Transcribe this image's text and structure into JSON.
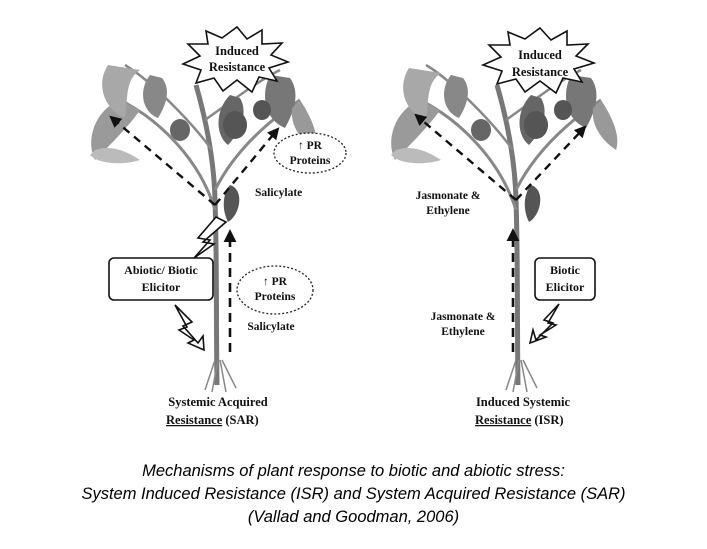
{
  "left_panel": {
    "burst_line1": "Induced",
    "burst_line2": "Resistance",
    "pr_top_line1": "↑ PR",
    "pr_top_line2": "Proteins",
    "signal_top": "Salicylate",
    "elicitor_line1": "Abiotic/ Biotic",
    "elicitor_line2": "Elicitor",
    "pr_bottom_line1": "↑ PR",
    "pr_bottom_line2": "Proteins",
    "signal_bottom": "Salicylate",
    "label_line1": "Systemic Acquired",
    "label_line2_underlined": "Resistance",
    "label_line2_rest": " (SAR)"
  },
  "right_panel": {
    "burst_line1": "Induced",
    "burst_line2": "Resistance",
    "signal_top_line1": "Jasmonate &",
    "signal_top_line2": "Ethylene",
    "elicitor_line1": "Biotic",
    "elicitor_line2": "Elicitor",
    "signal_bottom_line1": "Jasmonate &",
    "signal_bottom_line2": "Ethylene",
    "label_line1": "Induced Systemic",
    "label_line2_underlined": "Resistance",
    "label_line2_rest": " (ISR)"
  },
  "caption": {
    "line1": "Mechanisms  of  plant  response  to  biotic  and  abiotic  stress:",
    "line2": "System  Induced  Resistance  (ISR)  and  System  Acquired  Resistance  (SAR)",
    "line3": "(Vallad  and  Goodman,  2006)"
  }
}
